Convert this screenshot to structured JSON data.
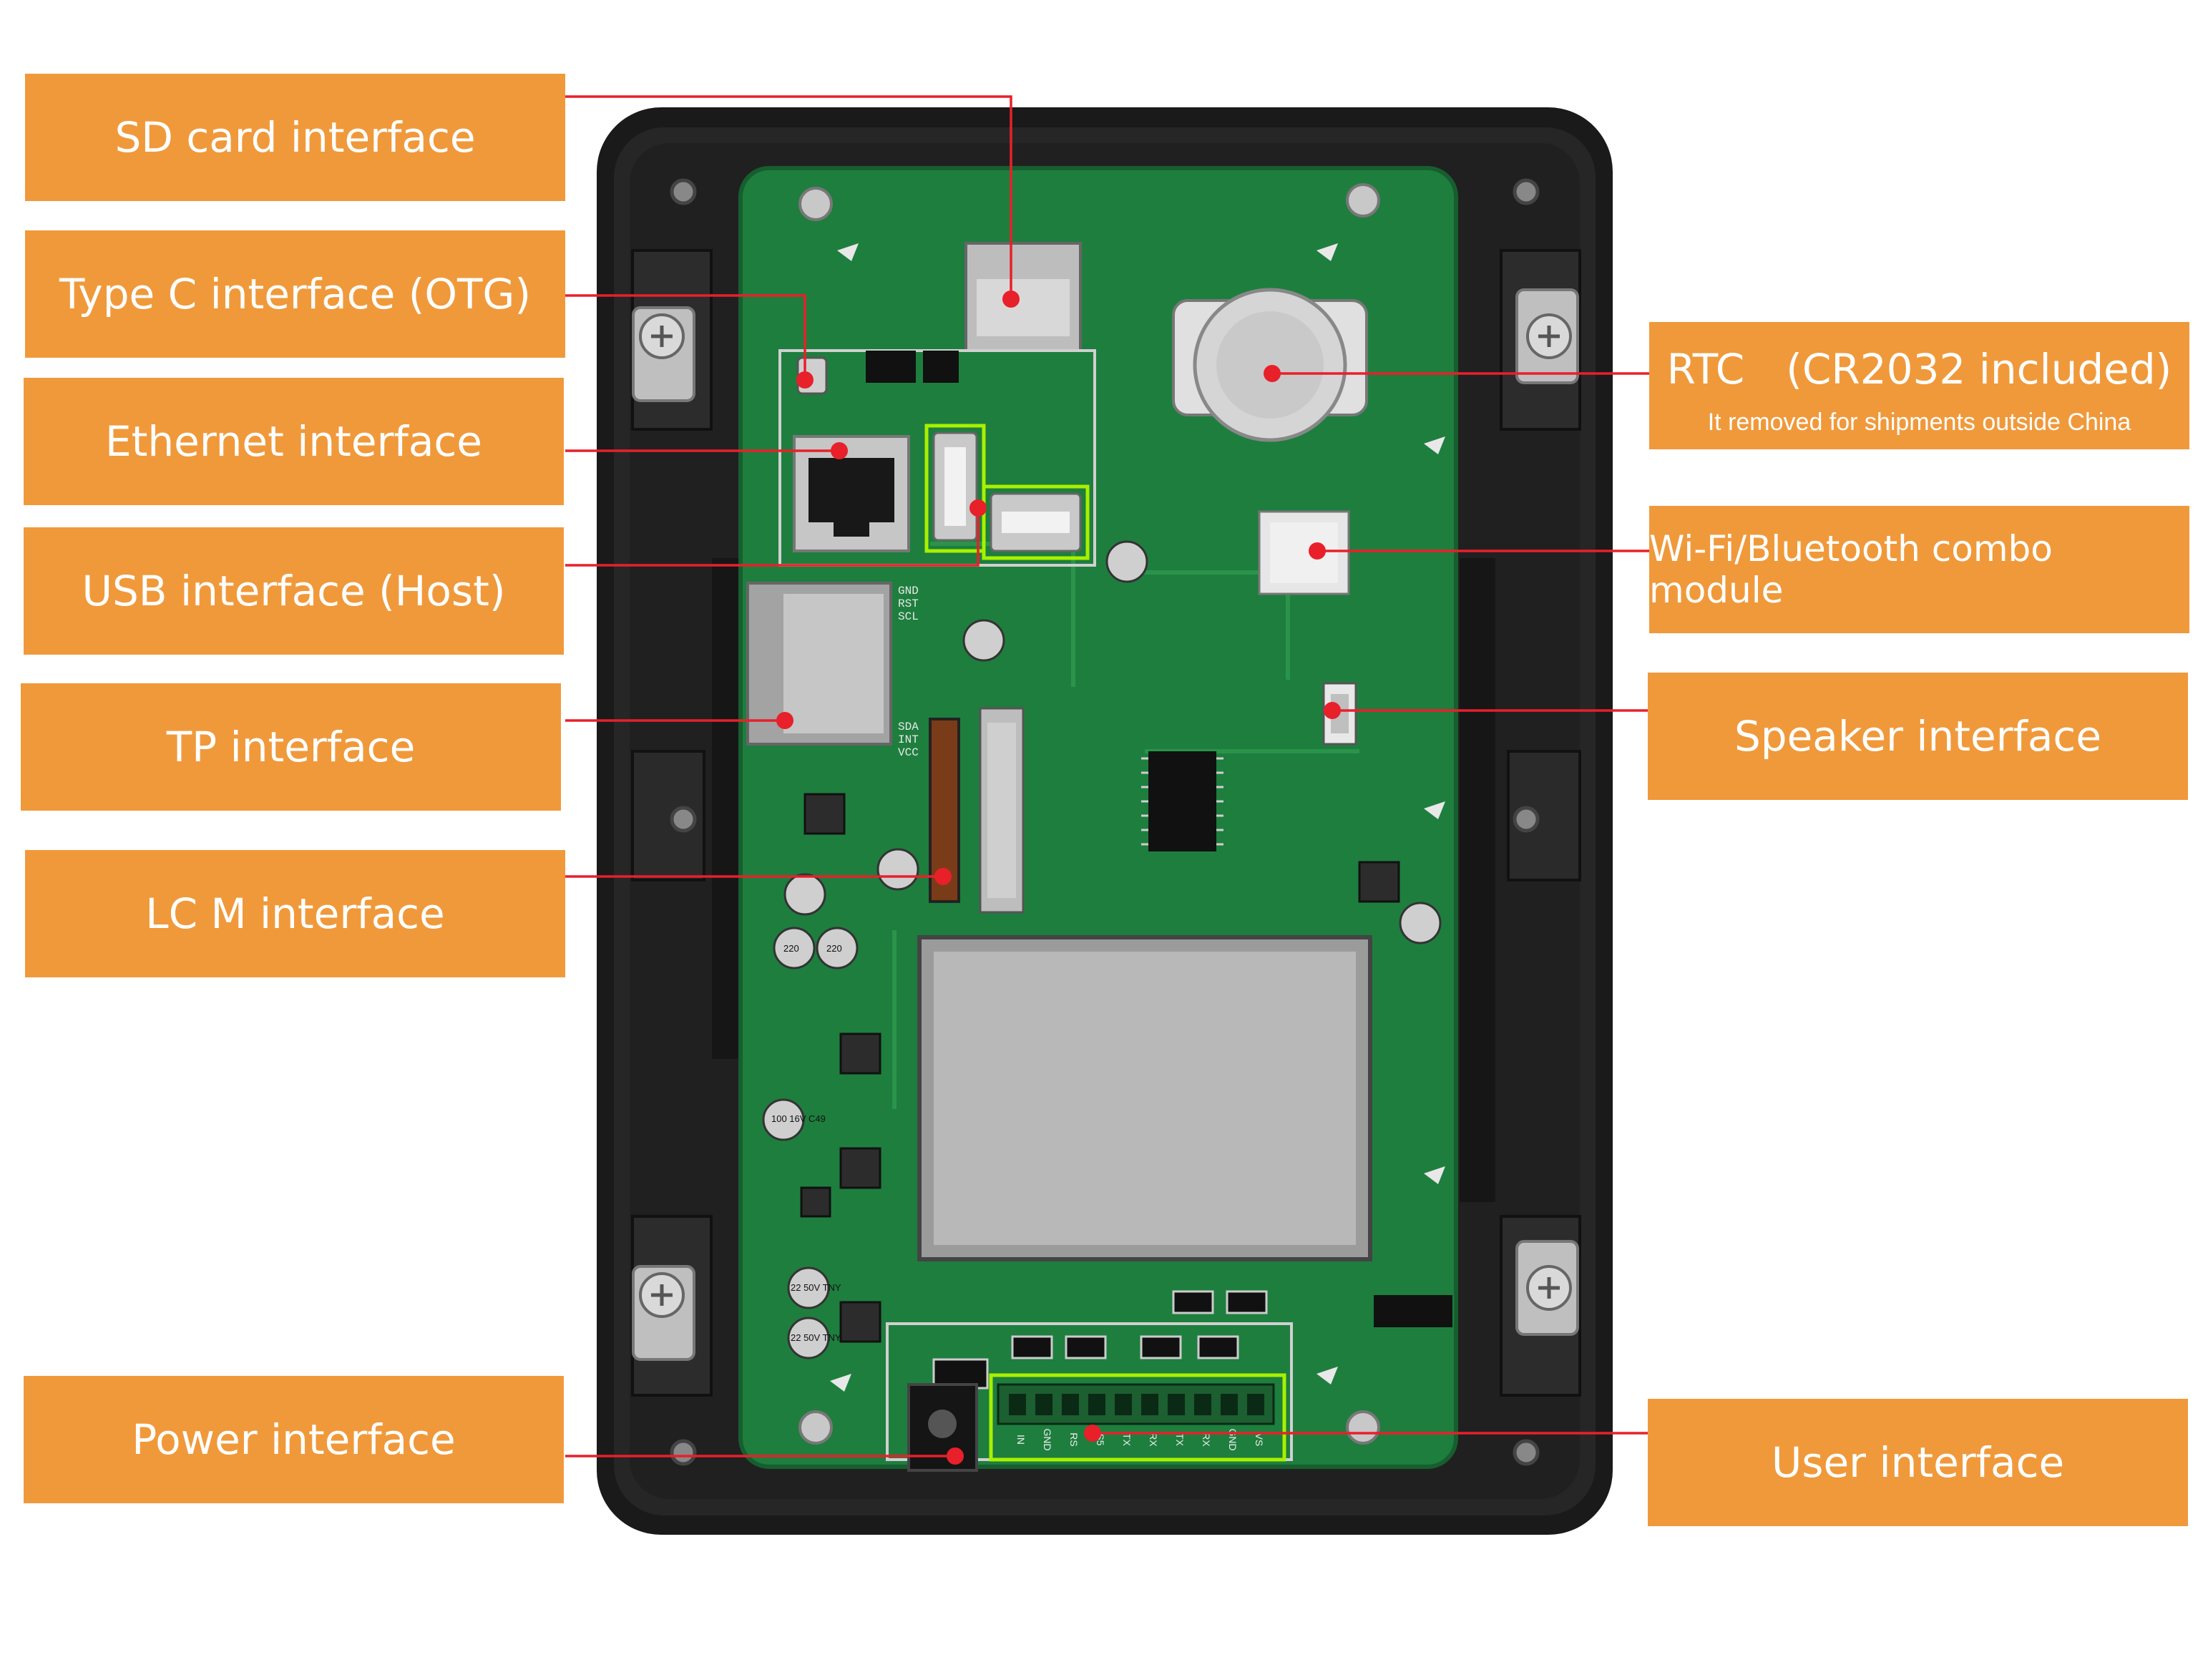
{
  "labels": {
    "sd_card": "SD card interface",
    "type_c": "Type C interface (OTG)",
    "ethernet": "Ethernet interface",
    "usb_host": "USB interface (Host)",
    "tp": "TP interface",
    "lcm": "LC M interface",
    "power": "Power interface",
    "rtc": "RTC　(CR2032 included)",
    "rtc_note": "It removed for shipments outside China",
    "wifi_bt": "Wi-Fi/Bluetooth combo module",
    "speaker": "Speaker interface",
    "user": "User interface"
  },
  "board_text": {
    "cap_100_16v": "100 16V C49",
    "cap_220": "220",
    "cap_22_50v": "22 50V TNY",
    "pin_labels": [
      "IN",
      "GND",
      "RS",
      "S5",
      "TX",
      "RX",
      "TX",
      "RX",
      "GND",
      "VS"
    ],
    "tp_pins": [
      "GND",
      "RST",
      "SCL",
      "SDA",
      "INT",
      "VCC"
    ]
  },
  "colors": {
    "label_bg": "#F0993B",
    "leader_line": "#E8202A",
    "pcb": "#1E7E3E",
    "enclosure": "#1A1A1A",
    "highlight": "#A8F000"
  }
}
